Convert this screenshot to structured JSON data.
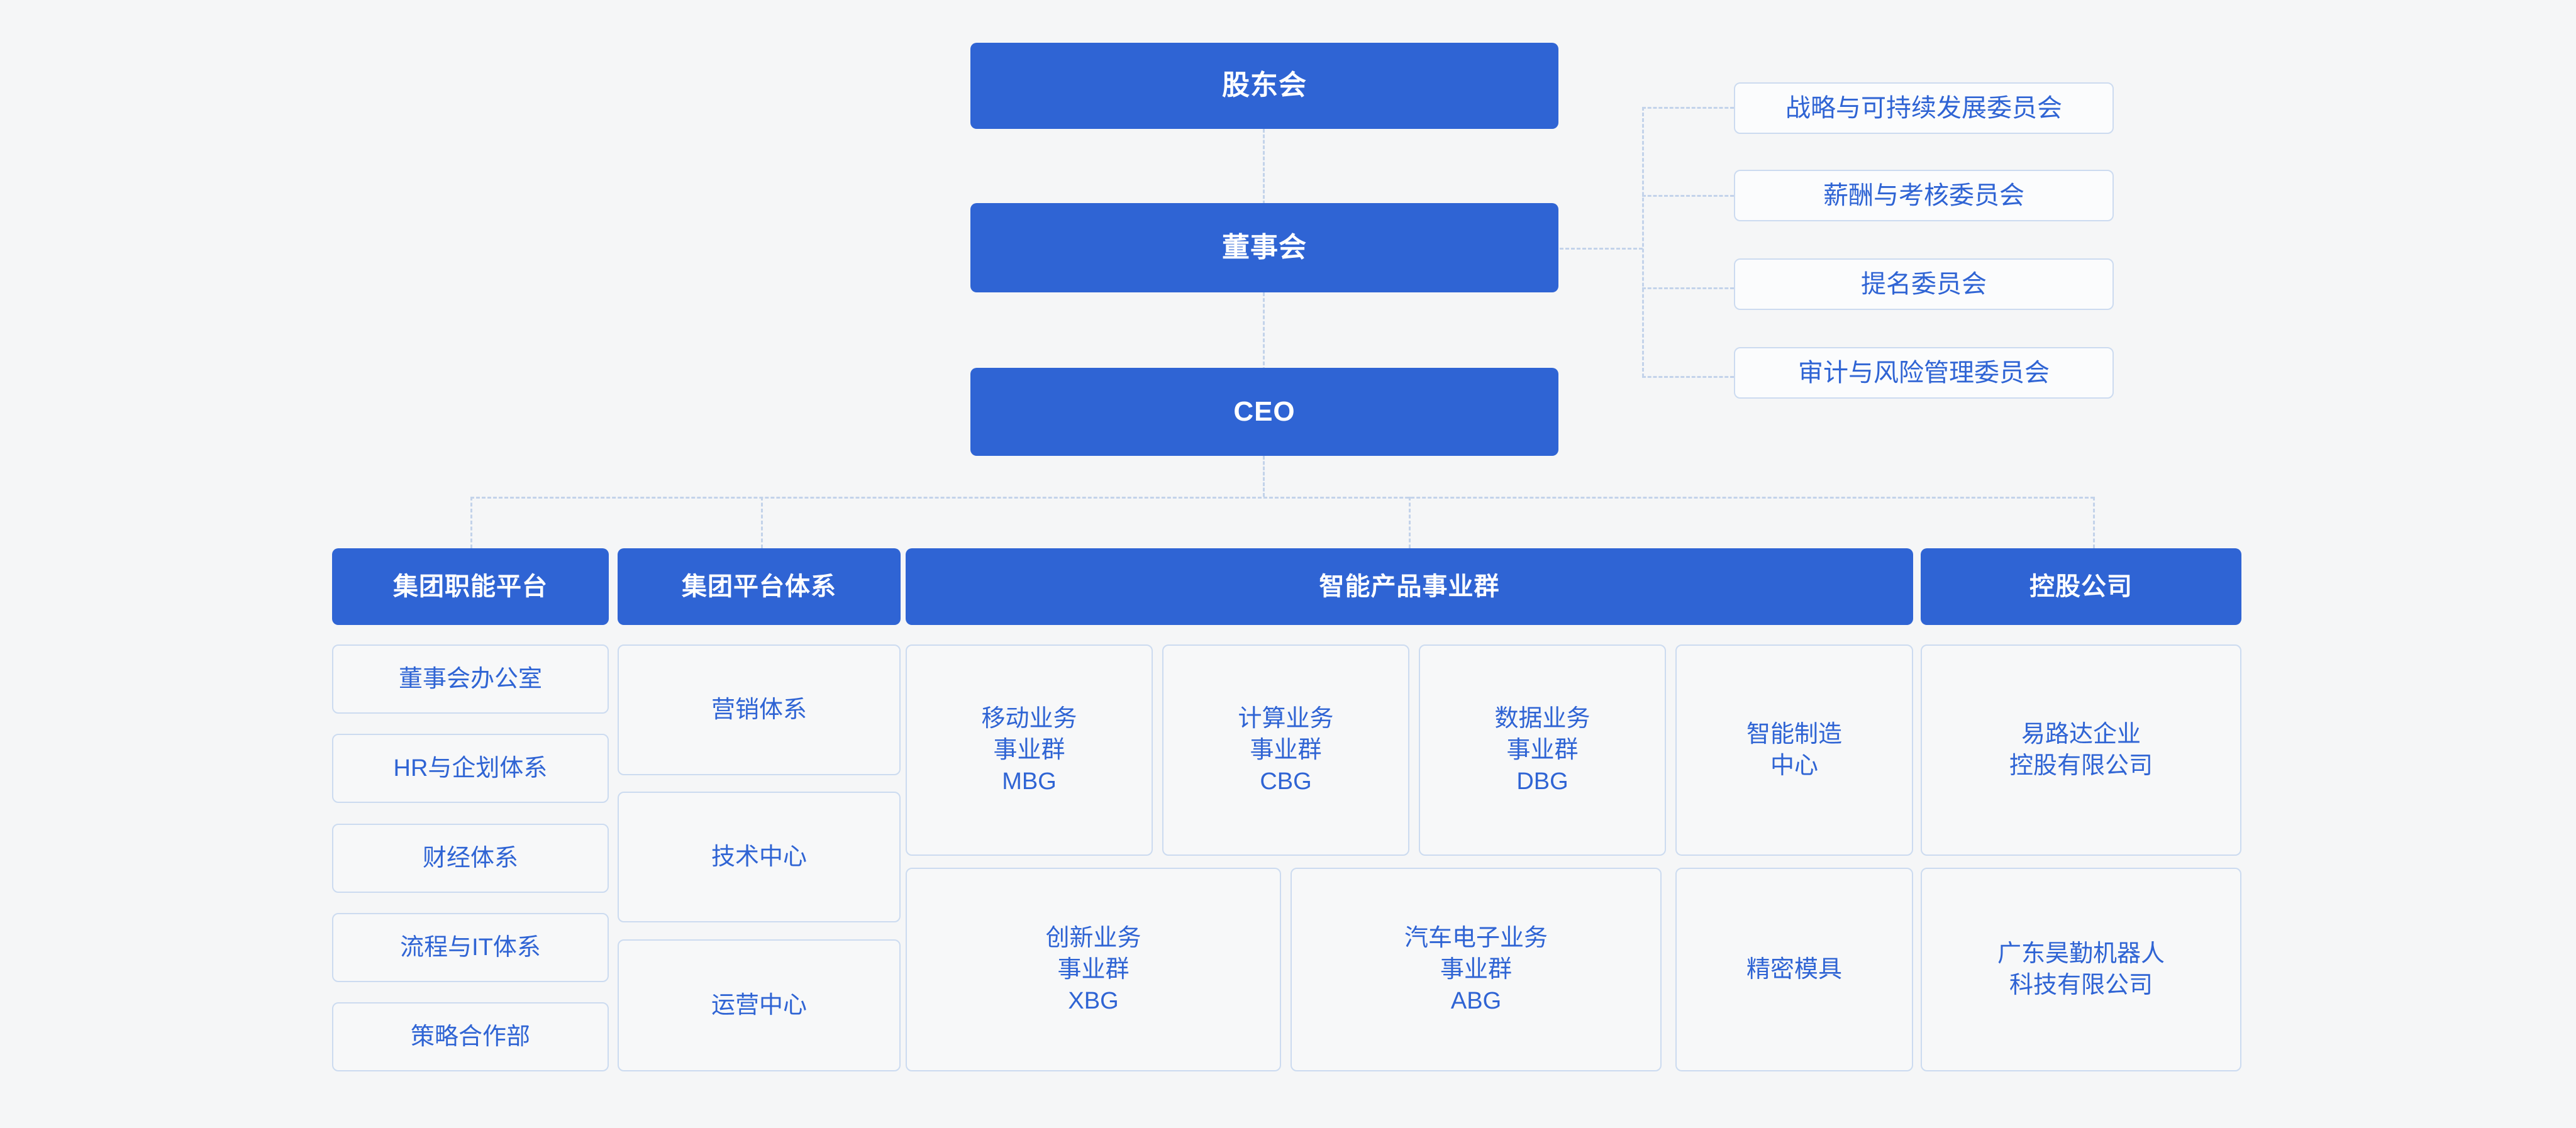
{
  "theme": {
    "background": "#f5f6f7",
    "accent": "#2f64d4",
    "node_border": "#ccdbf0",
    "connector": "#c3d3ea",
    "node_fill": "#f7f8f9",
    "solid_text": "#ffffff"
  },
  "governance": {
    "shareholders": "股东会",
    "board": "董事会",
    "ceo": "CEO"
  },
  "committees": [
    {
      "label": "战略与可持续发展委员会"
    },
    {
      "label": "薪酬与考核委员会"
    },
    {
      "label": "提名委员会"
    },
    {
      "label": "审计与风险管理委员会"
    }
  ],
  "divisions": [
    {
      "header": "集团职能平台",
      "items": [
        {
          "lines": [
            "董事会办公室"
          ]
        },
        {
          "lines": [
            "HR与企划体系"
          ]
        },
        {
          "lines": [
            "财经体系"
          ]
        },
        {
          "lines": [
            "流程与IT体系"
          ]
        },
        {
          "lines": [
            "策略合作部"
          ]
        }
      ]
    },
    {
      "header": "集团平台体系",
      "items": [
        {
          "lines": [
            "营销体系"
          ]
        },
        {
          "lines": [
            "技术中心"
          ]
        },
        {
          "lines": [
            "运营中心"
          ]
        }
      ]
    },
    {
      "header": "智能产品事业群",
      "items": [
        {
          "lines": [
            "移动业务",
            "事业群",
            "MBG"
          ]
        },
        {
          "lines": [
            "计算业务",
            "事业群",
            "CBG"
          ]
        },
        {
          "lines": [
            "数据业务",
            "事业群",
            "DBG"
          ]
        },
        {
          "lines": [
            "智能制造",
            "中心"
          ]
        },
        {
          "lines": [
            "创新业务",
            "事业群",
            "XBG"
          ]
        },
        {
          "lines": [
            "汽车电子业务",
            "事业群",
            "ABG"
          ]
        },
        {
          "lines": [
            "精密模具"
          ]
        }
      ]
    },
    {
      "header": "控股公司",
      "items": [
        {
          "lines": [
            "易路达企业",
            "控股有限公司"
          ]
        },
        {
          "lines": [
            "广东昊勤机器人",
            "科技有限公司"
          ]
        }
      ]
    }
  ]
}
